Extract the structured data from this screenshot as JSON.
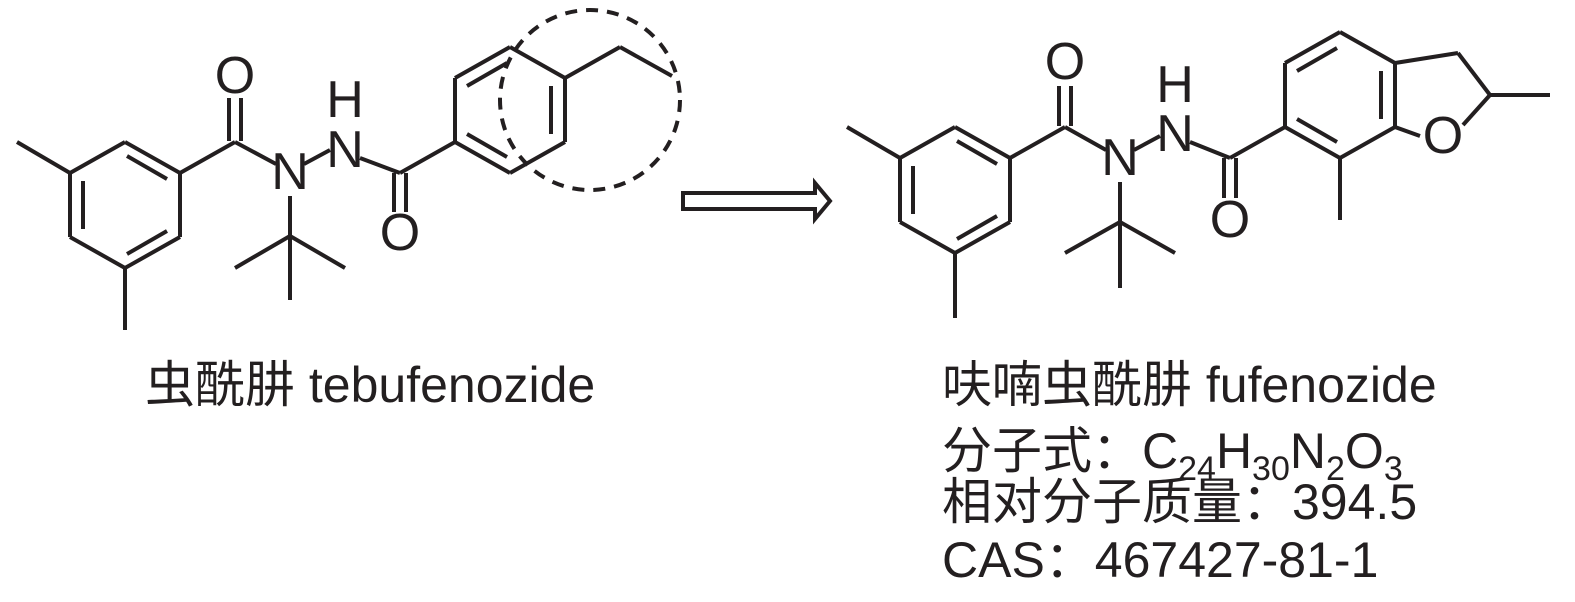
{
  "left_molecule": {
    "atoms": {
      "carbonyl_o": "O",
      "nh_n": "N",
      "nh_h": "H",
      "tbu_n": "N",
      "amide_o": "O"
    },
    "caption": "虫酰肼 tebufenozide"
  },
  "arrow": {
    "direction": "right"
  },
  "right_molecule": {
    "atoms": {
      "carbonyl_o": "O",
      "nh_h": "H",
      "nh_n": "N",
      "tbu_n": "N",
      "amide_o": "O",
      "ring_o": "O"
    },
    "caption": "呋喃虫酰肼 fufenozide",
    "formula": {
      "label": "分子式：",
      "parts": [
        {
          "el": "C",
          "n": "24"
        },
        {
          "el": "H",
          "n": "30"
        },
        {
          "el": "N",
          "n": "2"
        },
        {
          "el": "O",
          "n": "3"
        }
      ]
    },
    "mass_line": "相对分子质量：394.5",
    "cas_line": "CAS：467427-81-1"
  }
}
